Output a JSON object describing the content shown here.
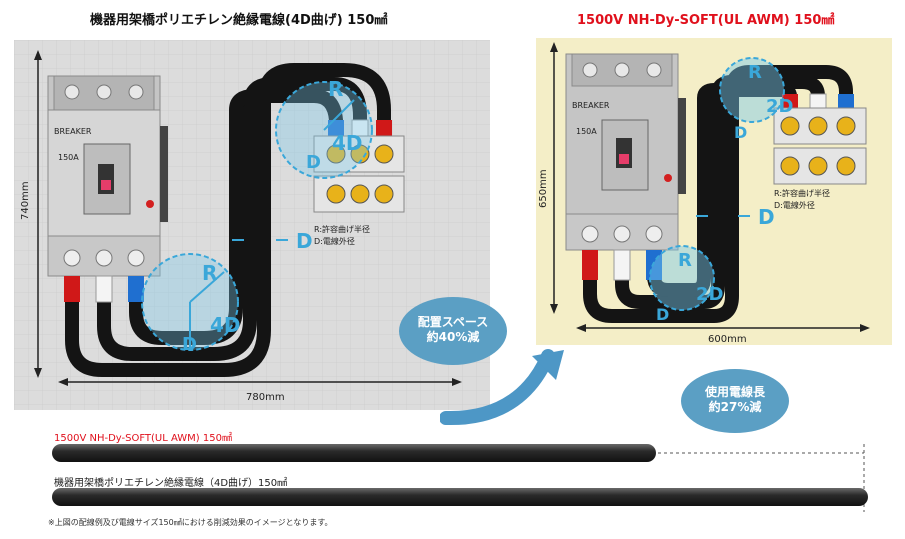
{
  "titles": {
    "left": "機器用架橋ポリエチレン絶縁電線(4D曲げ) 150㎟",
    "right": "1500V NH-Dy-SOFT(UL AWM) 150㎟"
  },
  "left_diagram": {
    "breaker_label": "BREAKER",
    "amp_label": "150A",
    "height_dim": "740mm",
    "width_dim": "780mm",
    "radius_label": "R",
    "bend_label": "4D",
    "diameter_label": "D",
    "legend_r": "R:許容曲げ半径",
    "legend_d": "D:電線外径"
  },
  "right_diagram": {
    "breaker_label": "BREAKER",
    "amp_label": "150A",
    "height_dim": "650mm",
    "width_dim": "600mm",
    "radius_label": "R",
    "bend_label": "2D",
    "diameter_label": "D",
    "legend_r": "R:許容曲げ半径",
    "legend_d": "D:電線外径"
  },
  "callouts": {
    "space_line1": "配置スペース",
    "space_line2": "約40%減",
    "length_line1": "使用電線長",
    "length_line2": "約27%減"
  },
  "comparison": {
    "cable1_label": "1500V NH-Dy-SOFT(UL AWM) 150㎟",
    "cable2_label": "機器用架橋ポリエチレン絶縁電線（4D曲げ）150㎟"
  },
  "footnote": "※上図の配線例及び電線サイズ150㎟における削減効果のイメージとなります。",
  "colors": {
    "red_title": "#e0101c",
    "left_bg": "#dcdcdc",
    "right_bg": "#f4eec7",
    "accent_blue": "#3aa7d9",
    "callout_blue": "#5b9fc4"
  }
}
